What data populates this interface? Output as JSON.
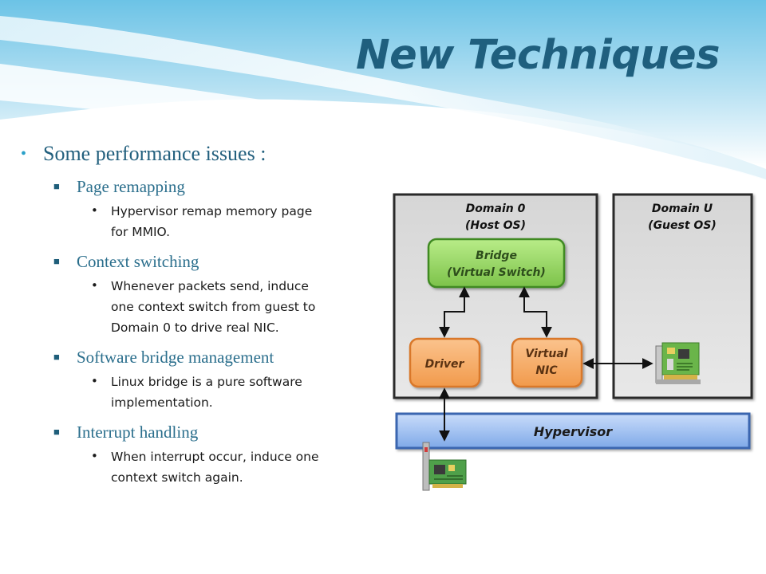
{
  "slide": {
    "title": "New Techniques",
    "bullets": {
      "heading": "Some performance issues :",
      "sections": [
        {
          "label": "Page remapping",
          "details": [
            "Hypervisor remap memory page",
            "for MMIO."
          ]
        },
        {
          "label": "Context switching",
          "details": [
            "Whenever packets send, induce",
            "one context switch from guest to",
            "Domain 0 to drive real NIC."
          ]
        },
        {
          "label": "Software bridge management",
          "details": [
            "Linux bridge is a pure software",
            "implementation."
          ]
        },
        {
          "label": "Interrupt handling",
          "details": [
            "When interrupt occur, induce one",
            "context switch again."
          ]
        }
      ]
    }
  },
  "diagram": {
    "domain0": {
      "line1": "Domain 0",
      "line2": "(Host OS)"
    },
    "domainU": {
      "line1": "Domain U",
      "line2": "(Guest OS)"
    },
    "bridge": {
      "line1": "Bridge",
      "line2": "(Virtual Switch)"
    },
    "driver": {
      "label": "Driver"
    },
    "virtual_nic": {
      "line1": "Virtual",
      "line2": "NIC"
    },
    "hypervisor": {
      "label": "Hypervisor"
    },
    "icons": [
      "guest-nic-card-icon",
      "physical-nic-card-icon"
    ],
    "colors": {
      "bridge": "#8fd455",
      "driver_nic": "#f5a25a",
      "hypervisor": "#8fb4ea",
      "domain_bg": "#e0e0e0",
      "title": "#1f5f7e"
    }
  }
}
